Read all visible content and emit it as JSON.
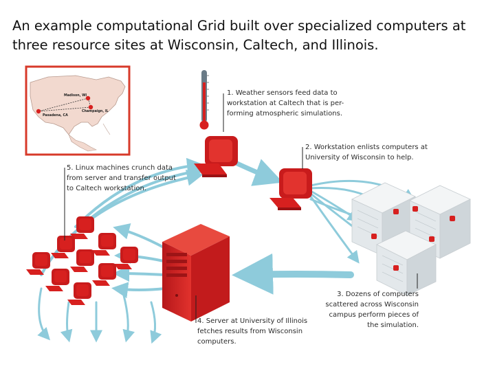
{
  "title": "An example computational Grid built over specialized computers at three resource sites at Wisconsin, Caltech, and Illinois.",
  "map": {
    "labels": [
      "Madison, WI",
      "Champaign, IL",
      "Pasadena, CA"
    ]
  },
  "steps": [
    {
      "lines": [
        "1. Weather sensors feed data to",
        "workstation at Caltech that is per-",
        "forming atmospheric simulations."
      ]
    },
    {
      "lines": [
        "2. Workstation enlists computers at",
        "University of Wisconsin to help."
      ]
    },
    {
      "lines": [
        "3. Dozens of computers",
        "scattered across Wisconsin",
        "campus perform pieces of",
        "the simulation."
      ]
    },
    {
      "lines": [
        "4. Server at University of Illinois",
        "fetches results from Wisconsin",
        "computers."
      ]
    },
    {
      "lines": [
        "5. Linux machines crunch data",
        "from server and transfer output",
        "to Caltech workstation."
      ]
    }
  ],
  "colors": {
    "machine_red": "#d7201f",
    "flow_arrow": "#8ecbdb",
    "map_frame": "#d73a2a",
    "leader_line": "#222222"
  }
}
